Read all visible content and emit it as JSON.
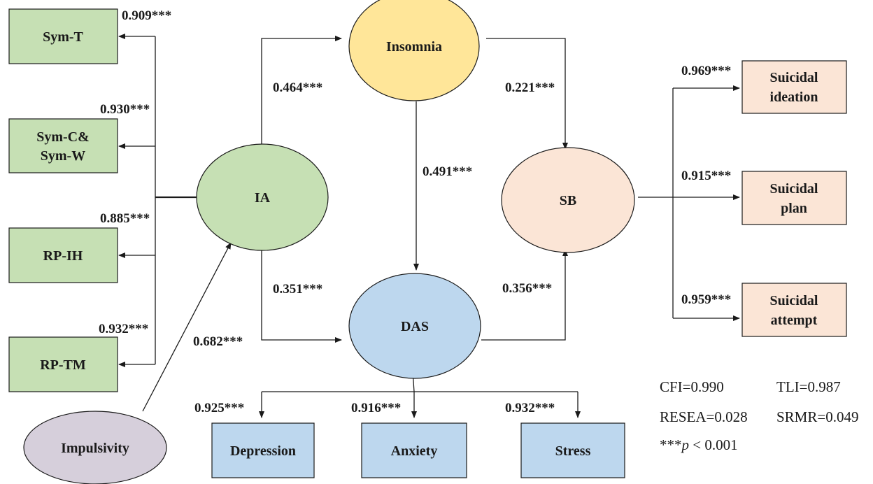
{
  "nodes": {
    "sym_t": "Sym-T",
    "sym_cw_line1": "Sym-C&",
    "sym_cw_line2": "Sym-W",
    "rp_ih": "RP-IH",
    "rp_tm": "RP-TM",
    "impulsivity": "Impulsivity",
    "ia": "IA",
    "insomnia": "Insomnia",
    "das": "DAS",
    "sb": "SB",
    "depression": "Depression",
    "anxiety": "Anxiety",
    "stress": "Stress",
    "ideation_line1": "Suicidal",
    "ideation_line2": "ideation",
    "plan_line1": "Suicidal",
    "plan_line2": "plan",
    "attempt_line1": "Suicidal",
    "attempt_line2": "attempt"
  },
  "loadings": {
    "sym_t": "0.909***",
    "sym_cw": "0.930***",
    "rp_ih": "0.885***",
    "rp_tm": "0.932***",
    "depression": "0.925***",
    "anxiety": "0.916***",
    "stress": "0.932***",
    "ideation": "0.969***",
    "plan": "0.915***",
    "attempt": "0.959***"
  },
  "paths": {
    "ia_insomnia": "0.464***",
    "ia_das": "0.351***",
    "insomnia_das": "0.491***",
    "insomnia_sb": "0.221***",
    "das_sb": "0.356***",
    "impulsivity_ia": "0.682***"
  },
  "fit": {
    "cfi": "CFI=0.990",
    "tli": "TLI=0.987",
    "resea": "RESEA=0.028",
    "srmr": "SRMR=0.049",
    "sig_prefix": "***",
    "sig_p": "p",
    "sig_rest": " < 0.001"
  },
  "colors": {
    "green": "#c6e0b4",
    "blue": "#bdd7ee",
    "yellow": "#ffe699",
    "peach": "#fbe5d6",
    "purple": "#d6cfdb"
  }
}
